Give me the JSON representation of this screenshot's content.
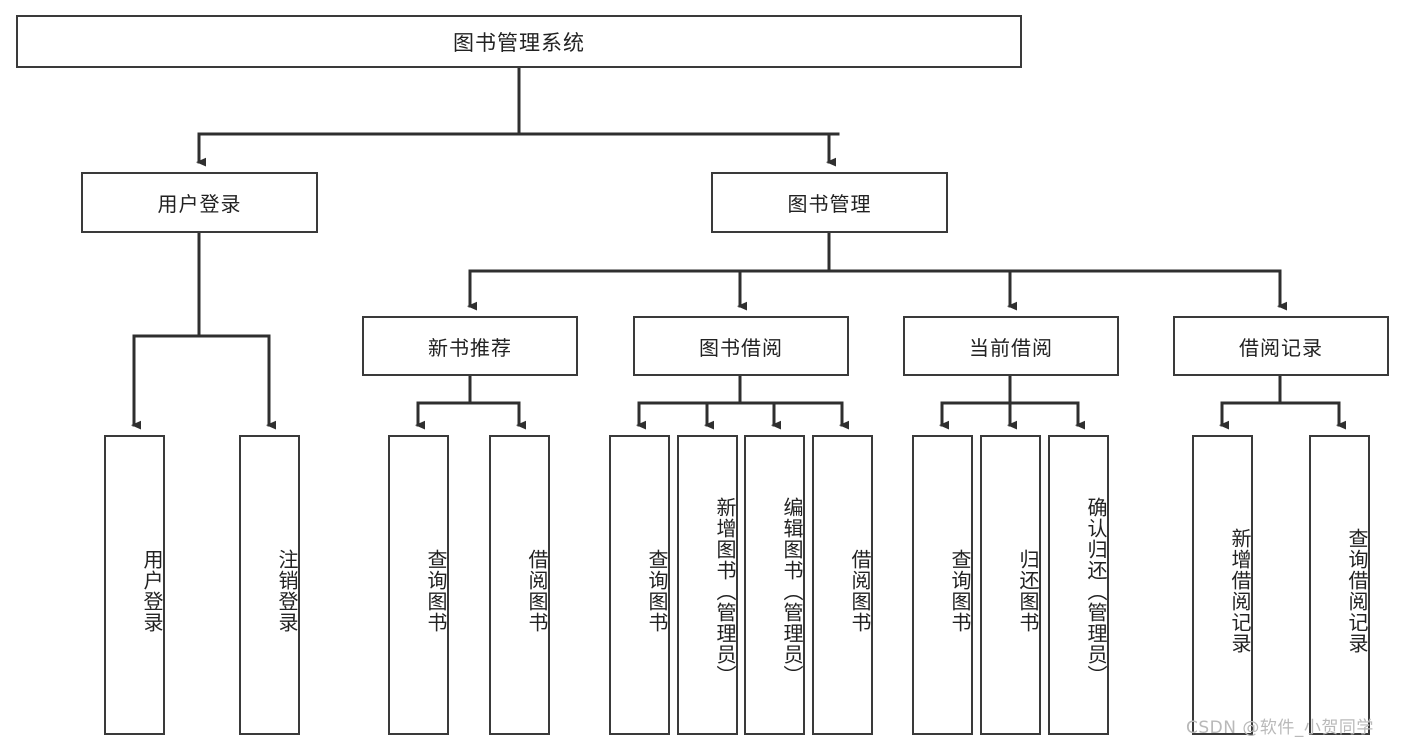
{
  "diagram": {
    "title": "图书管理系统",
    "type": "hierarchy-tree",
    "root": {
      "label": "图书管理系统"
    },
    "level1": [
      {
        "label": "用户登录"
      },
      {
        "label": "图书管理"
      }
    ],
    "level2": [
      {
        "label": "新书推荐"
      },
      {
        "label": "图书借阅"
      },
      {
        "label": "当前借阅"
      },
      {
        "label": "借阅记录"
      }
    ],
    "leaves": {
      "user_login": [
        {
          "label": "用户登录"
        },
        {
          "label": "注销登录"
        }
      ],
      "new_book_recommend": [
        {
          "label": "查询图书"
        },
        {
          "label": "借阅图书"
        }
      ],
      "book_borrow": [
        {
          "label": "查询图书"
        },
        {
          "label": "新增图书（管理员）"
        },
        {
          "label": "编辑图书（管理员）"
        },
        {
          "label": "借阅图书"
        }
      ],
      "current_borrow": [
        {
          "label": "查询图书"
        },
        {
          "label": "归还图书"
        },
        {
          "label": "确认归还（管理员）"
        }
      ],
      "borrow_record": [
        {
          "label": "新增借阅记录"
        },
        {
          "label": "查询借阅记录"
        }
      ]
    }
  },
  "watermark": {
    "text": "CSDN @软件_小贺同学"
  },
  "colors": {
    "box_border": "#3a3a3a",
    "box_fill": "#ffffff",
    "connector": "#2f2f2f",
    "text": "#222222",
    "watermark": "#b9b9b9",
    "background": "#ffffff"
  }
}
